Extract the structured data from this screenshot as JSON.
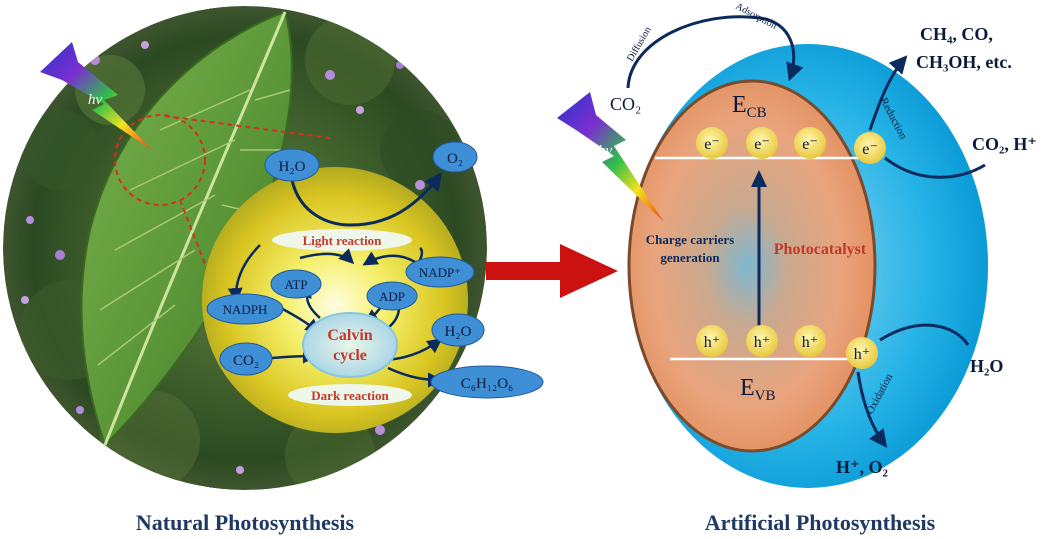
{
  "natural": {
    "caption": "Natural Photosynthesis",
    "hv": "hν",
    "h2o_top": "H₂O",
    "o2": "O₂",
    "light_reaction": "Light reaction",
    "atp": "ATP",
    "adp": "ADP",
    "nadp": "NADP⁺",
    "nadph": "NADPH",
    "calvin_line1": "Calvin",
    "calvin_line2": "cycle",
    "h2o_right": "H₂O",
    "co2": "CO₂",
    "dark_reaction": "Dark reaction",
    "glucose": "C₆H₁₂O₆"
  },
  "artificial": {
    "caption": "Artificial Photosynthesis",
    "hv": "hν",
    "co2_in": "CO₂",
    "diffusion": "Diffusion",
    "adsorption": "Adsorption",
    "products_line1": "CH₄, CO,",
    "products_line2": "CH₃OH, etc.",
    "reduction": "Reduction",
    "co2_h": "CO₂, H⁺",
    "ecb": "E",
    "ecb_sub": "CB",
    "electron": "e⁻",
    "charge_line1": "Charge carriers",
    "charge_line2": "generation",
    "photocatalyst": "Photocatalyst",
    "hole": "h⁺",
    "evb": "E",
    "evb_sub": "VB",
    "oxidation": "Oxidation",
    "h2o": "H₂O",
    "h_o2": "H⁺, O₂"
  },
  "colors": {
    "caption": "#1f3864",
    "red_label": "#c0392b",
    "ellipse_blue": "#3f8fd6",
    "arrow_navy": "#0b2a5e",
    "big_arrow": "#cc1111",
    "outer_cyan": "#12a6e0",
    "orange_body": "#e8a27a"
  },
  "icons": [
    "lightning-hv-icon",
    "arrow-icon"
  ]
}
